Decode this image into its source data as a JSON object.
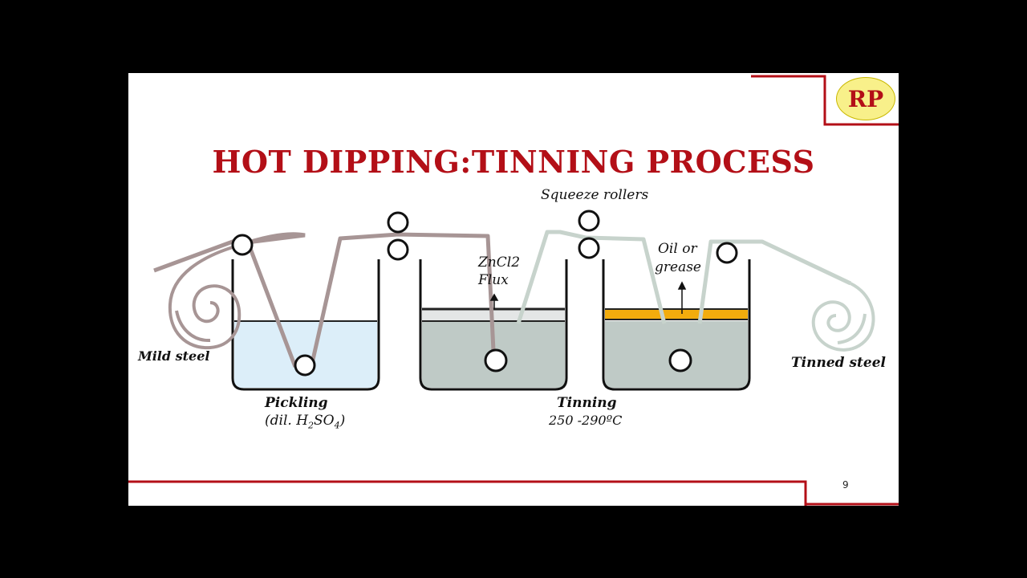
{
  "slide": {
    "title": "HOT DIPPING:TINNING PROCESS",
    "logo_text": "RP",
    "page_number": "9",
    "accent_color": "#b30f17"
  },
  "labels": {
    "squeeze_rollers": "Squeeze rollers",
    "flux_line1": "ZnCl2",
    "flux_line2": "Flux",
    "oil_line1": "Oil or",
    "oil_line2": "grease",
    "mild_steel": "Mild steel",
    "tinned_steel": "Tinned steel",
    "pickling": "Pickling",
    "pickling_sub_pre": "(dil. H",
    "pickling_sub_2": "2",
    "pickling_sub_mid": "SO",
    "pickling_sub_4": "4",
    "pickling_sub_post": ")",
    "tinning": "Tinning",
    "tinning_temp": "250 -290ºC"
  }
}
